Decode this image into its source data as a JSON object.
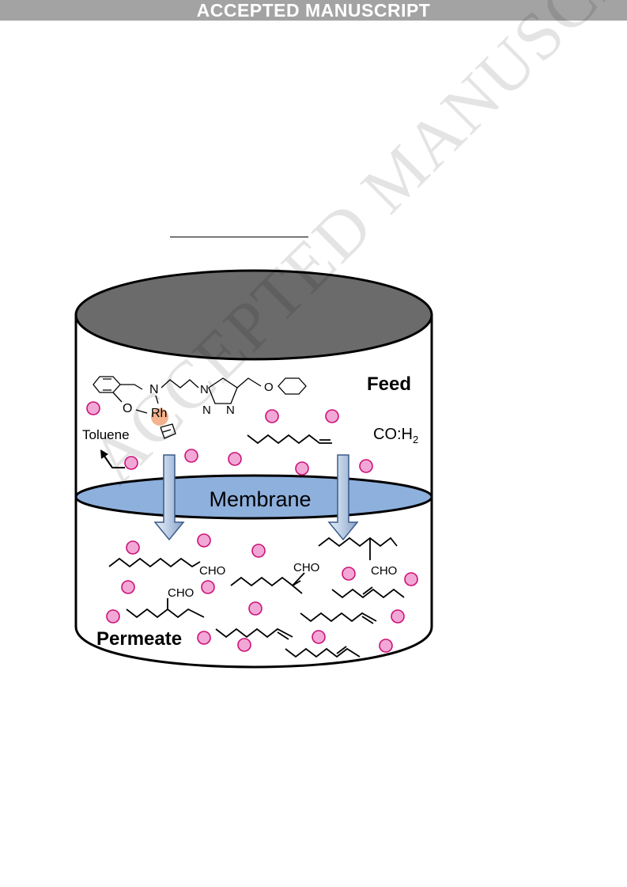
{
  "banner": "ACCEPTED MANUSCRIPT",
  "watermark": "ACCEPTED MANUSCRIPT",
  "diagram": {
    "feed_label": "Feed",
    "membrane_label": "Membrane",
    "permeate_label": "Permeate",
    "toluene_label": "Toluene",
    "gas_label": "CO:H",
    "gas_subscript": "2",
    "aldehyde_label": "CHO",
    "catalyst_atoms": {
      "n_imine": "N",
      "o_phenoxide": "O",
      "rh": "Rh",
      "triazole_n1": "N",
      "triazole_n2": "N",
      "triazole_n3": "N",
      "ether_o": "O"
    }
  },
  "colors": {
    "banner_bg": "#a3a3a3",
    "lid": "#6b6b6b",
    "membrane": "#8eb0dd",
    "particle_fill": "#f2a8d6",
    "particle_stroke": "#cc1177",
    "arrow": "#b9cbe3",
    "rh_highlight": "#f2a57a"
  }
}
